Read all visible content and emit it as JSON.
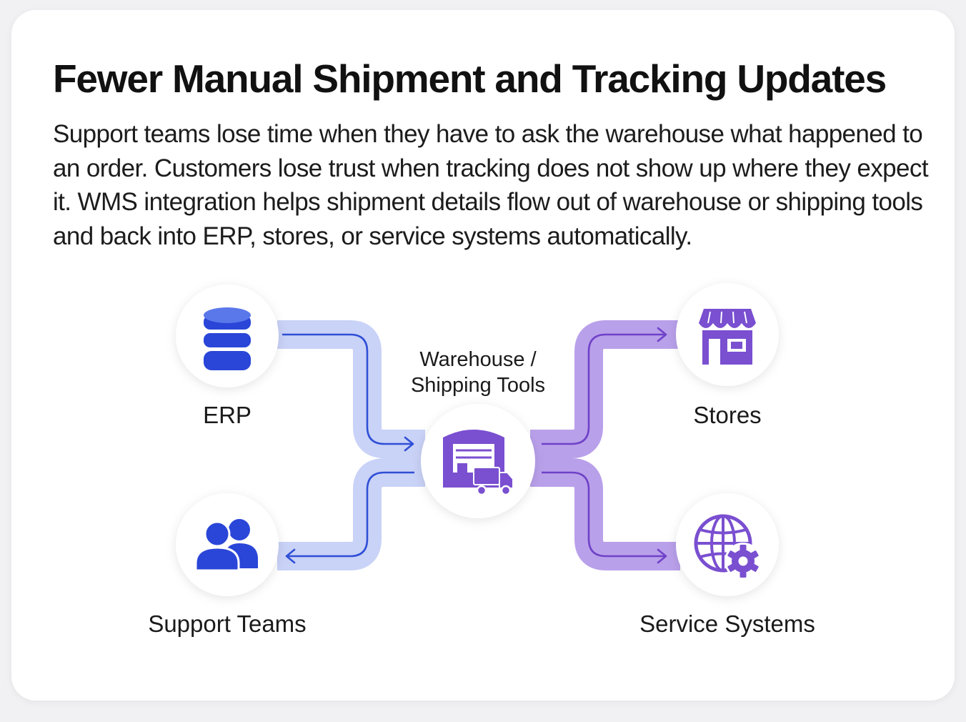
{
  "header": {
    "title": "Fewer Manual Shipment and Tracking Updates",
    "description": "Support teams lose time when they have to ask the warehouse what happened to an order. Customers lose trust when tracking does not show up where they expect it. WMS integration helps shipment details flow out of warehouse or shipping tools and back into ERP, stores, or service systems automatically."
  },
  "diagram": {
    "center": {
      "label_line1": "Warehouse /",
      "label_line2": "Shipping Tools",
      "icon": "warehouse-truck-icon"
    },
    "nodes": {
      "erp": {
        "label": "ERP",
        "icon": "database-icon"
      },
      "support": {
        "label": "Support Teams",
        "icon": "users-icon"
      },
      "stores": {
        "label": "Stores",
        "icon": "storefront-icon"
      },
      "service": {
        "label": "Service Systems",
        "icon": "globe-gear-icon"
      }
    },
    "colors": {
      "blue_accent": "#2f4fd6",
      "blue_band": "#c9d2f7",
      "purple_accent": "#7a4fd0",
      "purple_band": "#b9a0ea"
    }
  }
}
